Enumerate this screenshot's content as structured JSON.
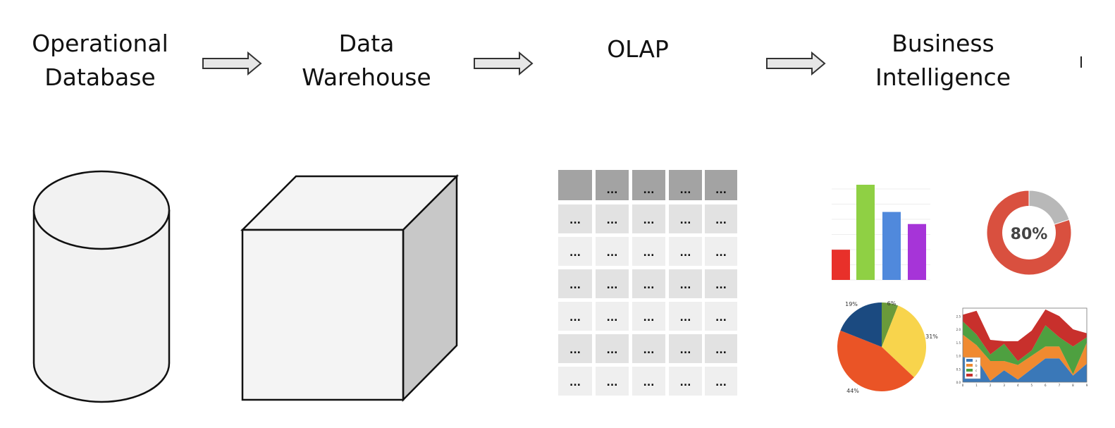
{
  "stages": [
    {
      "line1": "Operational",
      "line2": "Database"
    },
    {
      "line1": "Data",
      "line2": "Warehouse"
    },
    {
      "line1": "OLAP",
      "line2": ""
    },
    {
      "line1": "Business",
      "line2": "Intelligence"
    }
  ],
  "olap_table": {
    "cell": "...",
    "rows": 6,
    "cols": 5
  },
  "bi": {
    "bar_chart": {
      "type": "bar",
      "values": [
        2,
        6.3,
        4.5,
        3.7
      ],
      "colors": [
        "#e8302a",
        "#8fd044",
        "#5089dc",
        "#a634d8"
      ]
    },
    "donut": {
      "label": "80%",
      "value": 80,
      "colors": [
        "#d9503f",
        "#b8b8b8"
      ]
    },
    "pie": {
      "type": "pie",
      "slices": [
        {
          "label": "6%",
          "value": 6,
          "color": "#6a9a3a"
        },
        {
          "label": "31%",
          "value": 31,
          "color": "#f8d44c"
        },
        {
          "label": "44%",
          "value": 44,
          "color": "#ea5426"
        },
        {
          "label": "19%",
          "value": 19,
          "color": "#1b4a80"
        }
      ]
    },
    "area_chart": {
      "type": "area",
      "x": [
        0,
        1,
        2,
        3,
        4,
        5,
        6,
        7,
        8,
        9
      ],
      "x_ticks": [
        "0",
        "1",
        "2",
        "3",
        "4",
        "5",
        "6",
        "7",
        "8",
        "9"
      ],
      "y_ticks": [
        "0.0",
        "0.5",
        "1.0",
        "1.5",
        "2.0",
        "2.5"
      ],
      "ylim": [
        0,
        2.8
      ],
      "series": [
        {
          "name": "a",
          "color": "#3a78b8",
          "values": [
            0.95,
            0.9,
            0.05,
            0.45,
            0.1,
            0.5,
            0.9,
            0.9,
            0.25,
            0.7
          ]
        },
        {
          "name": "b",
          "color": "#f08a30",
          "values": [
            0.85,
            0.5,
            0.75,
            0.35,
            0.55,
            0.5,
            0.45,
            0.45,
            0.05,
            0.8
          ]
        },
        {
          "name": "c",
          "color": "#4ea040",
          "values": [
            0.5,
            0.4,
            0.25,
            0.65,
            0.15,
            0.2,
            0.8,
            0.35,
            1.05,
            0.2
          ]
        },
        {
          "name": "d",
          "color": "#c8302c",
          "values": [
            0.25,
            0.9,
            0.55,
            0.1,
            0.75,
            0.75,
            0.6,
            0.8,
            0.65,
            0.15
          ]
        }
      ]
    }
  }
}
